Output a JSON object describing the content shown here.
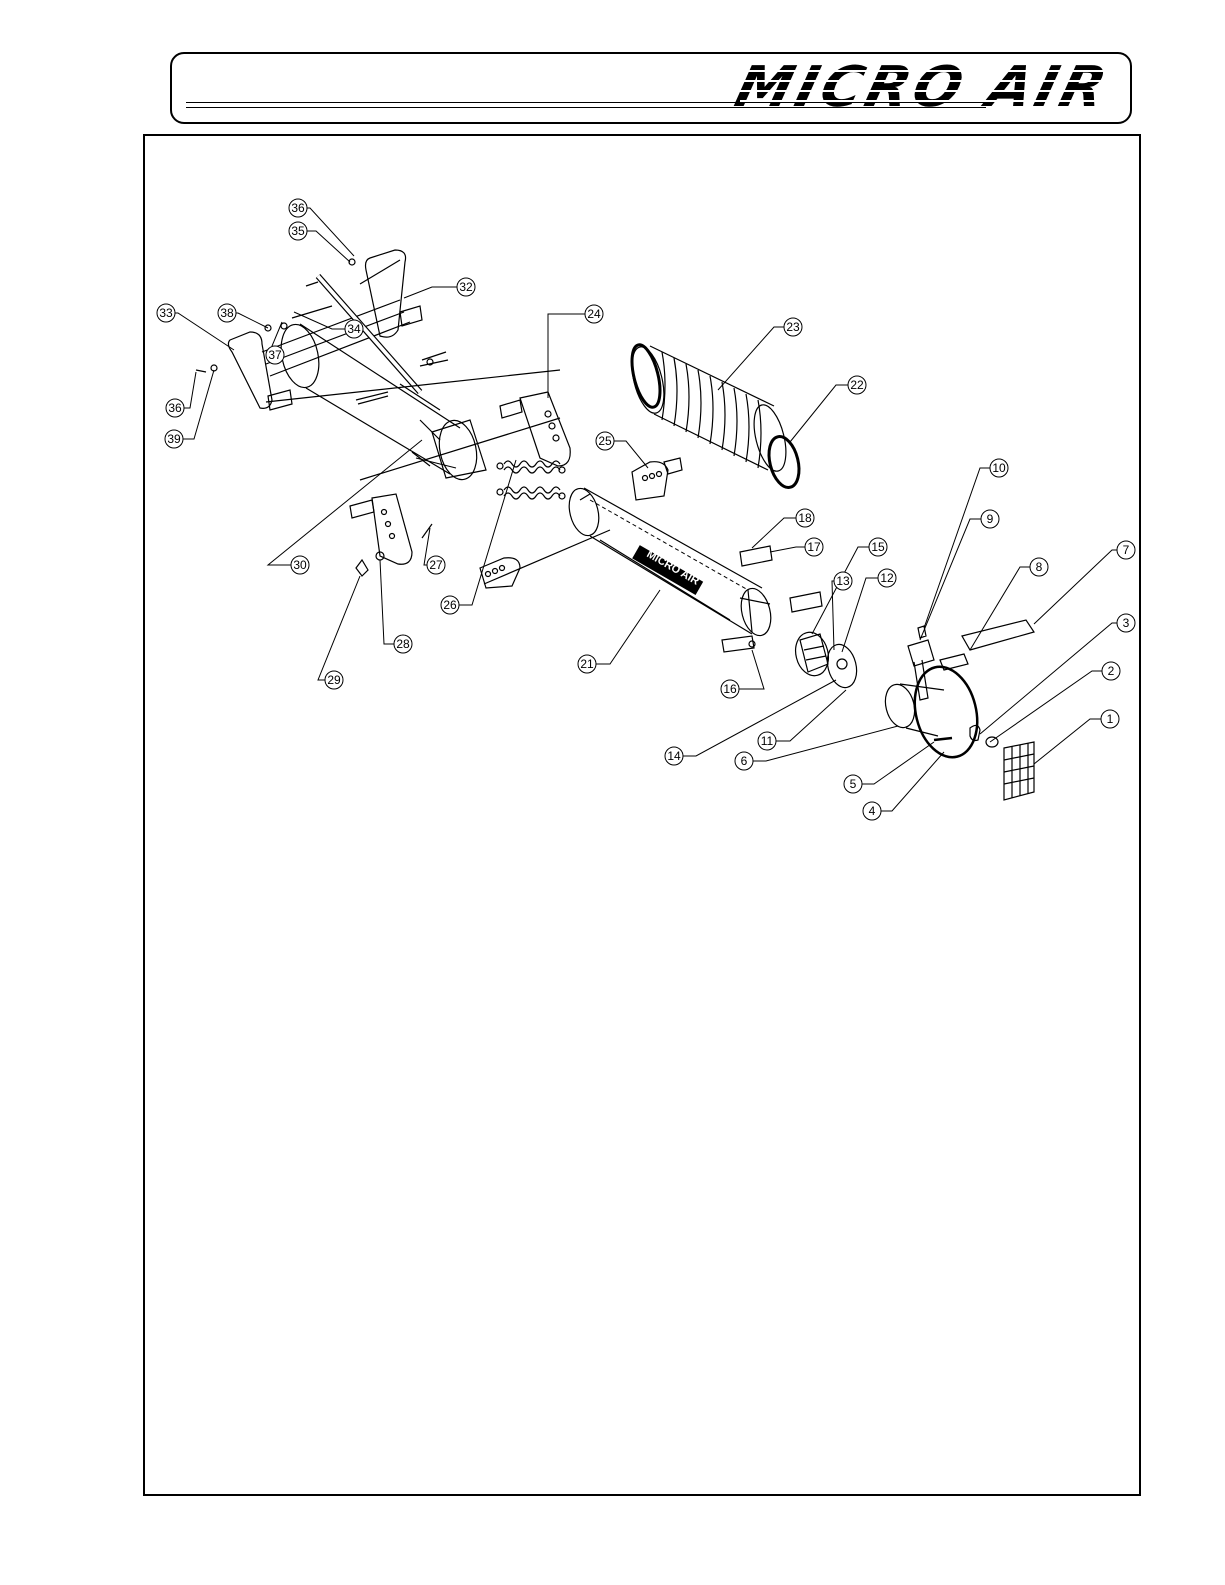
{
  "header": {
    "logo_text": "MICRO AIR"
  },
  "diagram": {
    "tube_logo_text": "MICRO AIR",
    "callouts": [
      {
        "id": "c1",
        "label": "1"
      },
      {
        "id": "c2",
        "label": "2"
      },
      {
        "id": "c3",
        "label": "3"
      },
      {
        "id": "c4",
        "label": "4"
      },
      {
        "id": "c5",
        "label": "5"
      },
      {
        "id": "c6",
        "label": "6"
      },
      {
        "id": "c7",
        "label": "7"
      },
      {
        "id": "c8",
        "label": "8"
      },
      {
        "id": "c9",
        "label": "9"
      },
      {
        "id": "c10",
        "label": "10"
      },
      {
        "id": "c11",
        "label": "11"
      },
      {
        "id": "c12",
        "label": "12"
      },
      {
        "id": "c13",
        "label": "13"
      },
      {
        "id": "c14",
        "label": "14"
      },
      {
        "id": "c15",
        "label": "15"
      },
      {
        "id": "c16",
        "label": "16"
      },
      {
        "id": "c17",
        "label": "17"
      },
      {
        "id": "c18",
        "label": "18"
      },
      {
        "id": "c21",
        "label": "21"
      },
      {
        "id": "c22",
        "label": "22"
      },
      {
        "id": "c23",
        "label": "23"
      },
      {
        "id": "c24",
        "label": "24"
      },
      {
        "id": "c25",
        "label": "25"
      },
      {
        "id": "c26",
        "label": "26"
      },
      {
        "id": "c27",
        "label": "27"
      },
      {
        "id": "c28",
        "label": "28"
      },
      {
        "id": "c29",
        "label": "29"
      },
      {
        "id": "c30",
        "label": "30"
      },
      {
        "id": "c32",
        "label": "32"
      },
      {
        "id": "c33",
        "label": "33"
      },
      {
        "id": "c34",
        "label": "34"
      },
      {
        "id": "c35",
        "label": "35"
      },
      {
        "id": "c36a",
        "label": "36"
      },
      {
        "id": "c36b",
        "label": "36"
      },
      {
        "id": "c37",
        "label": "37"
      },
      {
        "id": "c38",
        "label": "38"
      },
      {
        "id": "c39",
        "label": "39"
      }
    ]
  }
}
